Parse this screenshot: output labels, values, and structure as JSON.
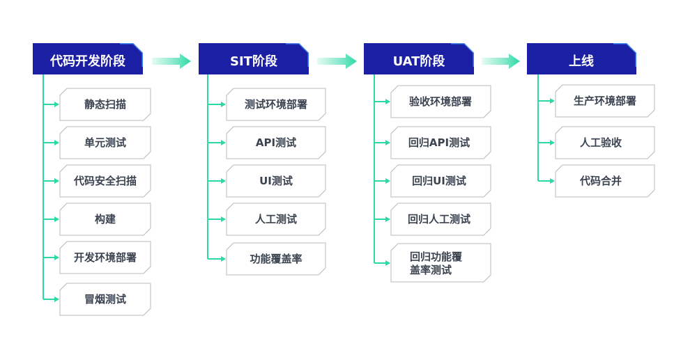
{
  "stages": [
    {
      "title": "代码开发阶段",
      "items": [
        "静态扫描",
        "单元测试",
        "代码安全扫描",
        "构建",
        "开发环境部署",
        "冒烟测试"
      ]
    },
    {
      "title": "SIT阶段",
      "items": [
        "测试环境部署",
        "API测试",
        "UI测试",
        "人工测试",
        "功能覆盖率"
      ]
    },
    {
      "title": "UAT阶段",
      "items": [
        "验收环境部署",
        "回归API测试",
        "回归UI测试",
        "回归人工测试",
        [
          "回归功能覆",
          "盖率测试"
        ]
      ]
    },
    {
      "title": "上线",
      "items": [
        "生产环境部署",
        "人工验收",
        "代码合并"
      ]
    }
  ],
  "colors": {
    "header_fill": "#1b1fa3",
    "header_edge": "#3f82e8",
    "accent": "#2bd9a5",
    "box_border": "#b8b8b8",
    "label": "#3c4350",
    "header_text": "#ffffff"
  }
}
